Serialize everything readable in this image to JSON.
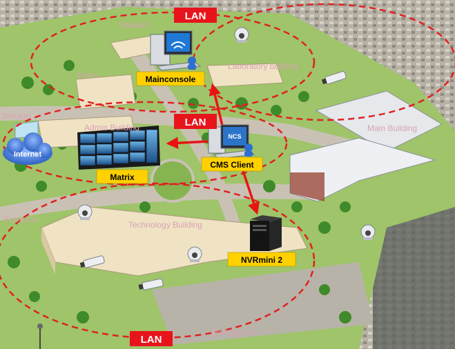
{
  "lan_labels": [
    "LAN",
    "LAN",
    "LAN"
  ],
  "places": {
    "stadium": "Stadium",
    "laboratory": "Laboratory building",
    "dorm": "Dorm",
    "storage": "Storage",
    "admin": "Admin Building",
    "main": "Main Building",
    "entrance": "Entrance",
    "technology": "Technology Building",
    "parking": "Parking Lot"
  },
  "devices": {
    "mainconsole": "Mainconsole",
    "matrix": "Matrix",
    "cms_client": "CMS Client",
    "nvr": "NVRmini 2",
    "internet": "Internet",
    "ncs": "NCS"
  },
  "colors": {
    "lan_badge": "#e8141b",
    "ring": "#e02020",
    "arrow": "#e81414",
    "device_label": "#ffd100",
    "ground": "#9fc46a",
    "road": "#c9c2b4",
    "building": "#efe3c4",
    "internet": "#4a7fd4"
  },
  "icons": [
    "dome-camera-icon",
    "bullet-camera-icon",
    "computer-icon",
    "nvr-box-icon",
    "video-wall-icon",
    "cloud-icon"
  ]
}
